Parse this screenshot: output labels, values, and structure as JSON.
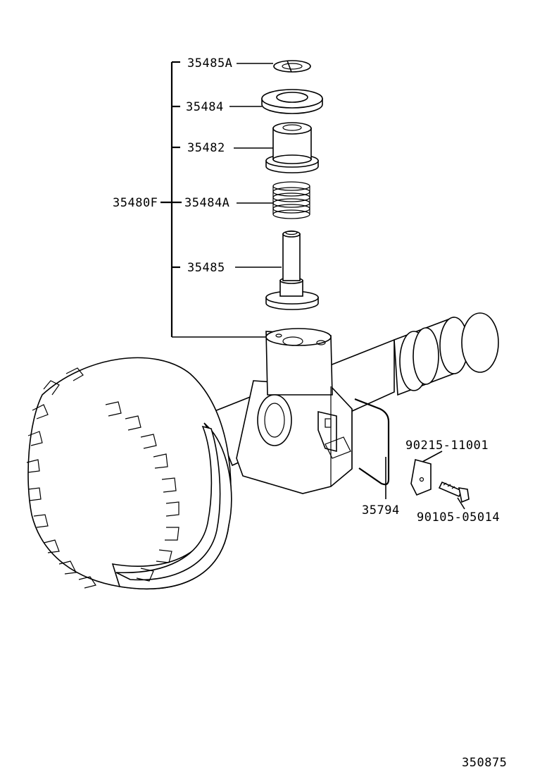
{
  "diagram": {
    "labels": {
      "part_35485a": "35485A",
      "part_35484": "35484",
      "part_35482": "35482",
      "part_35480f": "35480F",
      "part_35484a": "35484A",
      "part_35485": "35485",
      "part_35794": "35794",
      "part_90215": "90215-11001",
      "part_90105": "90105-05014"
    },
    "figure_number": "350875"
  }
}
